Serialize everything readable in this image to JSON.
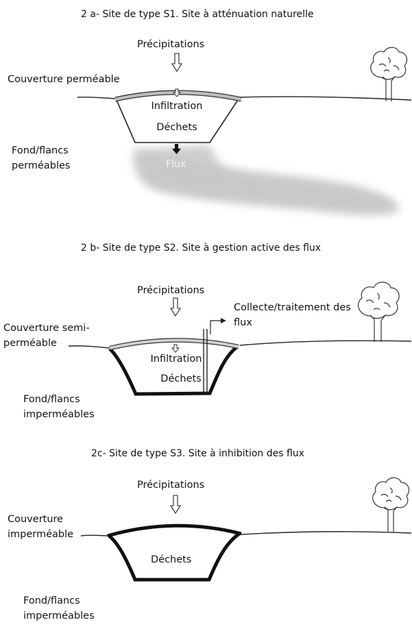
{
  "panels": [
    {
      "title": "2 a- Site de type S1. Site à atténuation naturelle",
      "precipitations": "Précipitations",
      "cover": "Couverture perméable",
      "infiltration": "Infiltration",
      "waste": "Déchets",
      "bottom": "Fond/flancs perméables",
      "flux": "Flux"
    },
    {
      "title": "2 b- Site de type S2. Site à gestion active des flux",
      "precipitations": "Précipitations",
      "cover": "Couverture semi-perméable",
      "infiltration": "Infiltration",
      "waste": "Déchets",
      "bottom": "Fond/flancs imperméables",
      "collection": "Collecte/traitement des flux"
    },
    {
      "title": "2c- Site de type S3. Site à inhibition des flux",
      "precipitations": "Précipitations",
      "cover": "Couverture imperméable",
      "waste": "Déchets",
      "bottom": "Fond/flancs imperméables"
    }
  ],
  "icons": [
    "arrow-down-icon",
    "tree-icon",
    "arrow-right-icon"
  ],
  "colors": {
    "ink": "#111111",
    "plume": "#cfcfcf",
    "cover": "#bdbdbd"
  }
}
